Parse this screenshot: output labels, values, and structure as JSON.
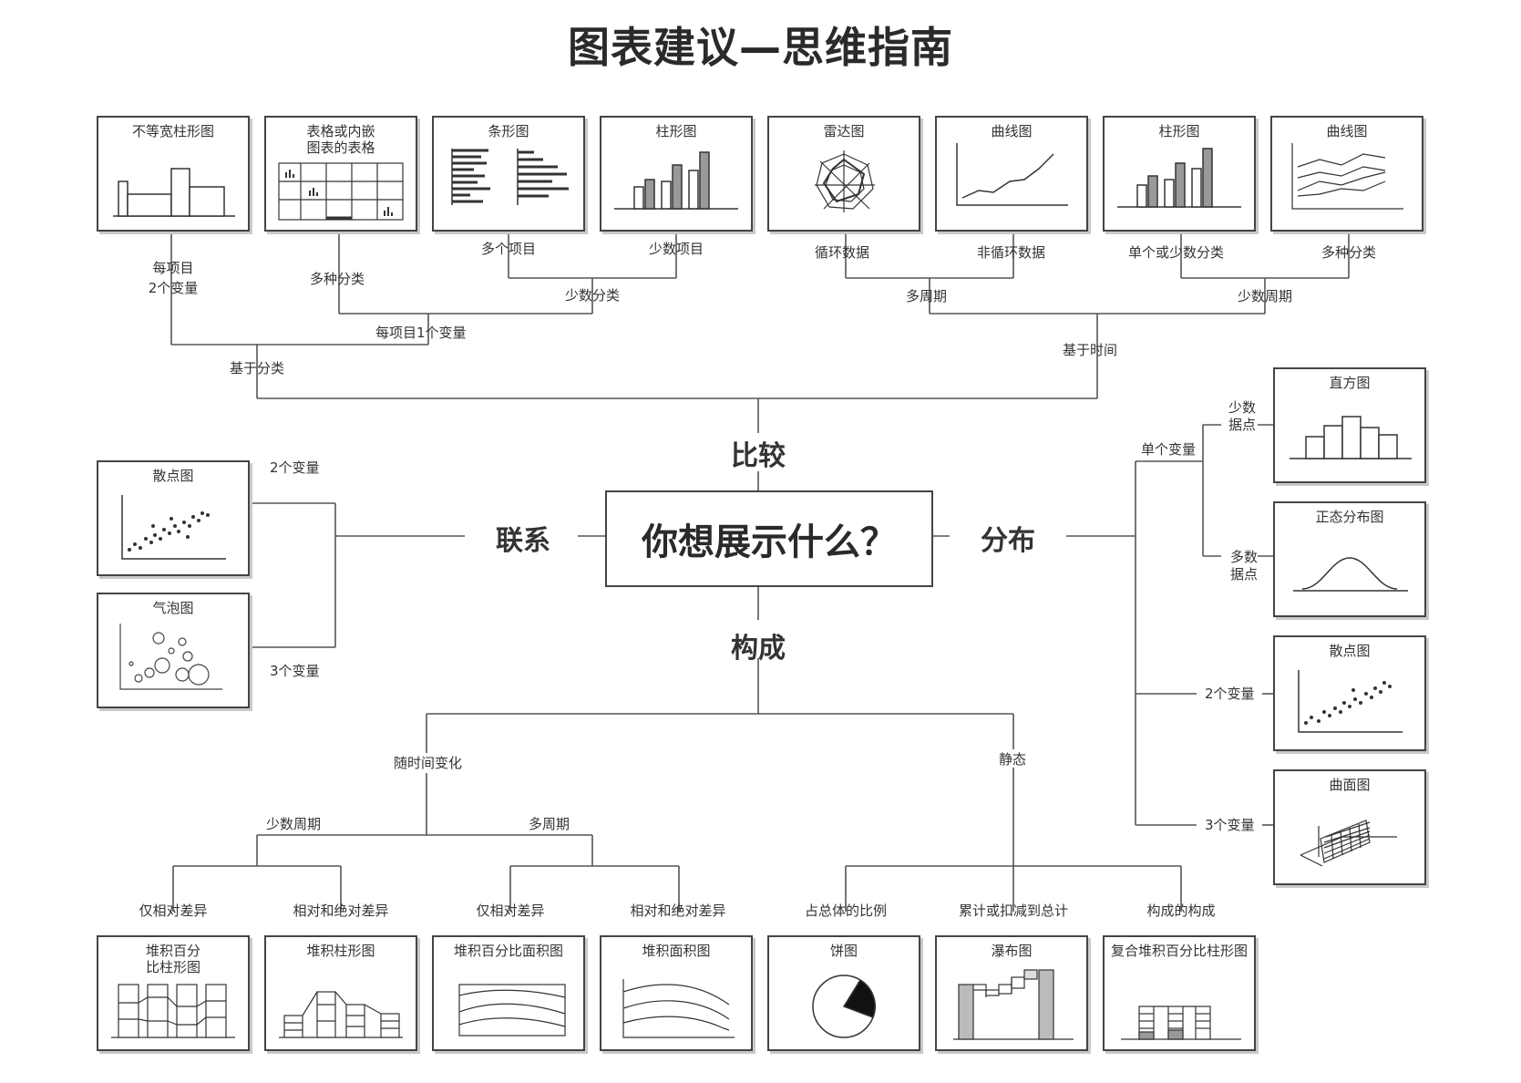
{
  "title": "图表建议—思维指南",
  "center": "你想展示什么？",
  "branches": {
    "compare": "比较",
    "relation": "联系",
    "distribution": "分布",
    "composition": "构成"
  },
  "compare": {
    "cards": [
      "不等宽柱形图",
      "表格或内嵌\n图表的表格",
      "条形图",
      "柱形图",
      "雷达图",
      "曲线图",
      "柱形图",
      "曲线图"
    ],
    "labels": {
      "per_item_two_vars": "每项目\n2个变量",
      "many_categories": "多种分类",
      "many_items": "多个项目",
      "few_items": "少数项目",
      "few_categories": "少数分类",
      "per_item_one_var": "每项目1个变量",
      "by_category": "基于分类",
      "cyclic": "循环数据",
      "non_cyclic": "非循环数据",
      "single_few_cat": "单个或少数分类",
      "many_cat": "多种分类",
      "many_periods": "多周期",
      "few_periods": "少数周期",
      "by_time": "基于时间"
    }
  },
  "relation": {
    "cards": [
      "散点图",
      "气泡图"
    ],
    "labels": {
      "two_vars": "2个变量",
      "three_vars": "3个变量"
    }
  },
  "distribution": {
    "cards": [
      "直方图",
      "正态分布图",
      "散点图",
      "曲面图"
    ],
    "labels": {
      "single_var": "单个变量",
      "few_points": "少数\n据点",
      "many_points": "多数\n据点",
      "two_vars": "2个变量",
      "three_vars": "3个变量"
    }
  },
  "composition": {
    "cards": [
      "堆积百分\n比柱形图",
      "堆积柱形图",
      "堆积百分比面积图",
      "堆积面积图",
      "饼图",
      "瀑布图",
      "复合堆积百分比柱形图"
    ],
    "labels": {
      "over_time": "随时间变化",
      "static": "静态",
      "few_periods": "少数周期",
      "many_periods": "多周期",
      "relative_only_1": "仅相对差异",
      "rel_abs_1": "相对和绝对差异",
      "relative_only_2": "仅相对差异",
      "rel_abs_2": "相对和绝对差异",
      "share_of_total": "占总体的比例",
      "accumulate": "累计或扣减到总计",
      "components": "构成的构成"
    }
  }
}
